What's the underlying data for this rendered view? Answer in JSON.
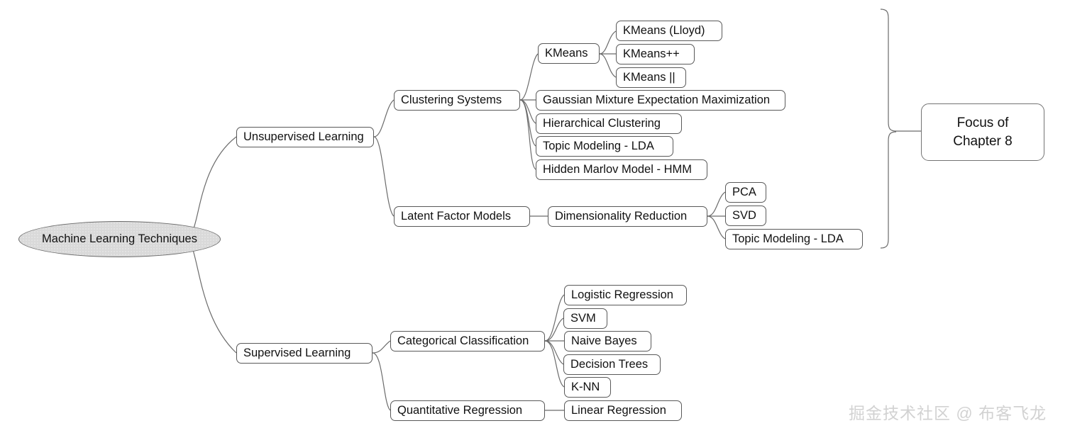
{
  "diagram": {
    "title": "Machine Learning Techniques mind map",
    "colors": {
      "node_border": "#595959",
      "node_fill": "#ffffff",
      "root_fill": "#d9d9d9",
      "text": "#111111",
      "edge": "#6b6b6b",
      "watermark": "#d2d2d2"
    },
    "root": {
      "label": "Machine Learning Techniques"
    },
    "nodes": {
      "unsupervised_learning": "Unsupervised Learning",
      "supervised_learning": "Supervised Learning",
      "clustering_systems": "Clustering Systems",
      "latent_factor_models": "Latent Factor Models",
      "kmeans": "KMeans",
      "kmeans_lloyd": "KMeans (Lloyd)",
      "kmeans_plusplus": "KMeans++",
      "kmeans_parallel": "KMeans ||",
      "gaussian_mixture": "Gaussian Mixture Expectation Maximization",
      "hierarchical_clustering": "Hierarchical Clustering",
      "topic_modeling_lda_clustering": "Topic Modeling - LDA",
      "hidden_markov": "Hidden Marlov Model - HMM",
      "dimensionality_reduction": "Dimensionality Reduction",
      "pca": "PCA",
      "svd": "SVD",
      "topic_modeling_lda_dimred": "Topic Modeling - LDA",
      "categorical_classification": "Categorical Classification",
      "quantitative_regression": "Quantitative Regression",
      "logistic_regression": "Logistic Regression",
      "svm": "SVM",
      "naive_bayes": "Naive Bayes",
      "decision_trees": "Decision Trees",
      "knn": "K-NN",
      "linear_regression": "Linear Regression"
    },
    "callout": {
      "line1": "Focus of",
      "line2": "Chapter 8"
    },
    "watermark": {
      "text": "掘金技术社区 @ 布客飞龙"
    }
  }
}
